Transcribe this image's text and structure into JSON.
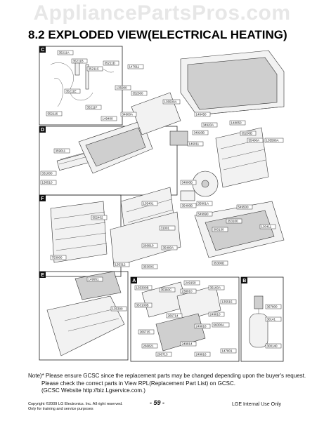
{
  "watermark": "AppliancePartsPros.com",
  "section_title": "8.2 EXPLODED VIEW(ELECTRICAL HEATING)",
  "box_labels": [
    "C",
    "D",
    "F",
    "E",
    "A",
    "B"
  ],
  "part_numbers": [
    "35211A",
    "35211B",
    "35211C",
    "35211D",
    "35211E",
    "35211F",
    "147911",
    "552116",
    "135900",
    "352300",
    "135500A",
    "148450",
    "149400",
    "34800A",
    "148050",
    "34920A",
    "34920B",
    "146011",
    "35200B",
    "55400A",
    "135580A",
    "359011",
    "331000",
    "130510",
    "549500",
    "34800B",
    "35901A",
    "35400B",
    "31001",
    "135401",
    "552402",
    "549990",
    "353100",
    "300130",
    "130411",
    "753000",
    "266810",
    "35400A",
    "135312",
    "35300C",
    "35300D",
    "149951",
    "135300",
    "135300B",
    "249150",
    "35360C",
    "35160A",
    "353100B",
    "135515",
    "266714",
    "249810",
    "266715",
    "238910",
    "249818",
    "66000A",
    "249814",
    "266713",
    "147801",
    "367800",
    "30141",
    "266821",
    "249816",
    "300140"
  ],
  "note": {
    "line1": "Note)* Please ensure GCSC since the replacement parts may be changed depending upon the buyer's request.",
    "line2": "Please check  the correct parts in View RPL(Replacement Part List) on GCSC.",
    "line3": "(GCSC Website  http://biz.Lgservice.com.)"
  },
  "footer": {
    "copyright": "Copyright ©2009 LG Electronics. Inc. All right reserved.",
    "training": "Only for training and service purposes",
    "page": "- 59 -",
    "internal": "LGE Internal Use Only"
  }
}
